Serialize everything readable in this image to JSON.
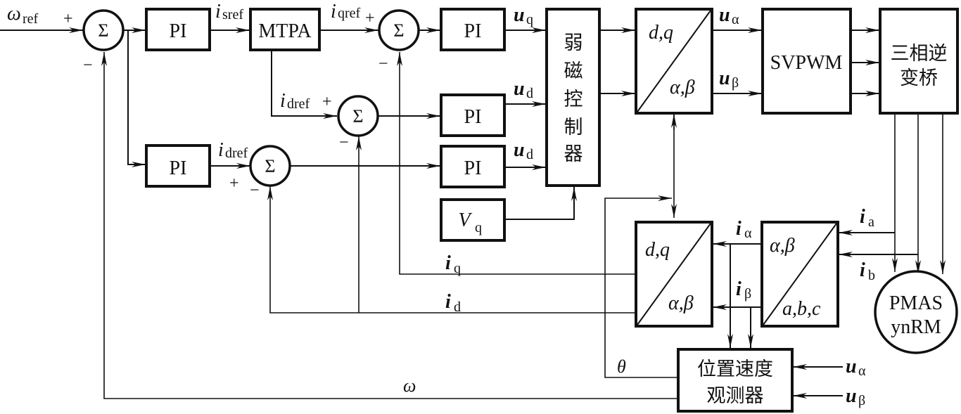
{
  "diagram": {
    "blocks": {
      "pi_speed": "PI",
      "mtpa": "MTPA",
      "pi_q": "PI",
      "pi_d_upper": "PI",
      "pi_d_lower": "PI",
      "pi_lower_left": "PI",
      "vq": "V",
      "vq_sub": "q",
      "flux_weakening": [
        "弱",
        "磁",
        "控",
        "制",
        "器"
      ],
      "park_inv_top": "d,q",
      "park_inv_bottom": "α,β",
      "svpwm": "SVPWM",
      "inverter_line1": "三相逆",
      "inverter_line2": "变桥",
      "park_top": "d,q",
      "park_bottom": "α,β",
      "clarke_top": "α,β",
      "clarke_bottom": "a,b,c",
      "motor_line1": "PMAS",
      "motor_line2": "ynRM",
      "observer_line1": "位置速度",
      "observer_line2": "观测器",
      "sum_symbol": "Σ"
    },
    "signals": {
      "omega_ref": "ω",
      "omega_ref_sub": "ref",
      "i_sref": "i",
      "i_sref_sub": "sref",
      "i_qref": "i",
      "i_qref_sub": "qref",
      "i_dref_upper": "i",
      "i_dref_upper_sub": "dref",
      "i_dref_lower": "i",
      "i_dref_lower_sub": "dref",
      "u_q": "u",
      "u_q_sub": "q",
      "u_d_upper": "u",
      "u_d_upper_sub": "d",
      "u_d_lower": "u",
      "u_d_lower_sub": "d",
      "u_alpha": "u",
      "u_alpha_sub": "α",
      "u_beta": "u",
      "u_beta_sub": "β",
      "i_alpha": "i",
      "i_alpha_sub": "α",
      "i_beta": "i",
      "i_beta_sub": "β",
      "i_a": "i",
      "i_a_sub": "a",
      "i_b": "i",
      "i_b_sub": "b",
      "i_q": "i",
      "i_q_sub": "q",
      "i_d": "i",
      "i_d_sub": "d",
      "theta": "θ",
      "omega": "ω",
      "u_alpha_in": "u",
      "u_alpha_in_sub": "α",
      "u_beta_in": "u",
      "u_beta_in_sub": "β"
    },
    "signs": {
      "plus": "+",
      "minus": "−"
    }
  }
}
